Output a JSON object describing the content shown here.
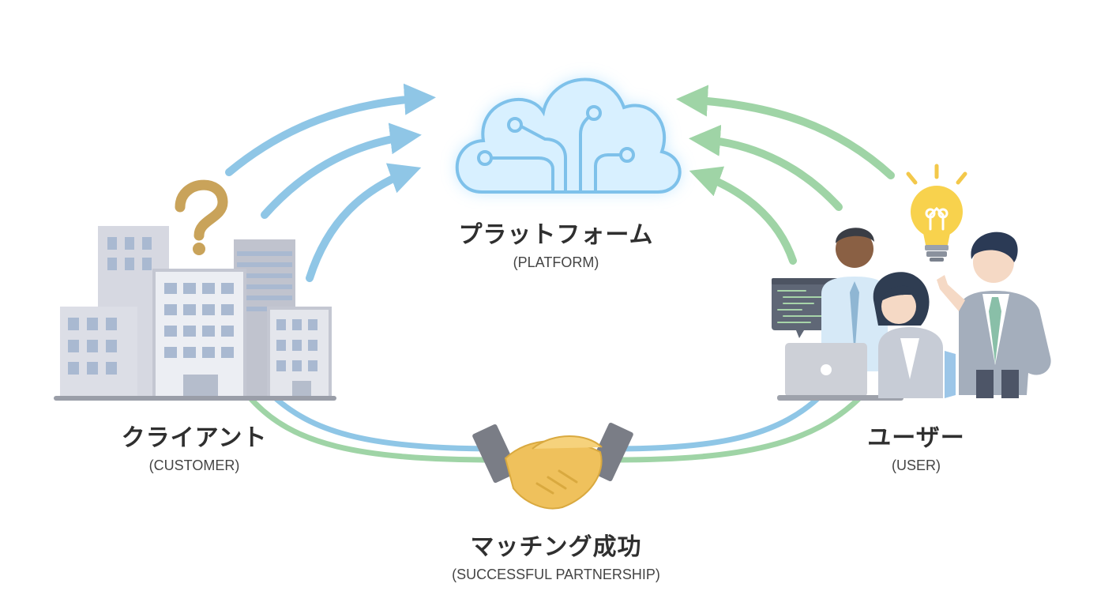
{
  "platform": {
    "label_jp": "プラットフォーム",
    "label_en": "(PLATFORM)"
  },
  "client": {
    "label_jp": "クライアント",
    "label_en": "(CUSTOMER)"
  },
  "user": {
    "label_jp": "ユーザー",
    "label_en": "(USER)"
  },
  "match": {
    "label_jp": "マッチング成功",
    "label_en": "(SUCCESSFUL PARTNERSHIP)"
  },
  "colors": {
    "client_flow": "#8fc6e6",
    "user_flow": "#9fd4a6",
    "cloud_fill": "#d6efff",
    "cloud_stroke": "#7ec1ea",
    "building": "#c4c7d2",
    "question_mark": "#c9a35a",
    "handshake": "#efc15c",
    "bulb": "#f8d24d"
  },
  "icons": [
    "cloud-icon",
    "buildings-icon",
    "question-mark-icon",
    "people-icon",
    "lightbulb-icon",
    "handshake-icon",
    "laptop-icon",
    "code-screen-icon"
  ]
}
